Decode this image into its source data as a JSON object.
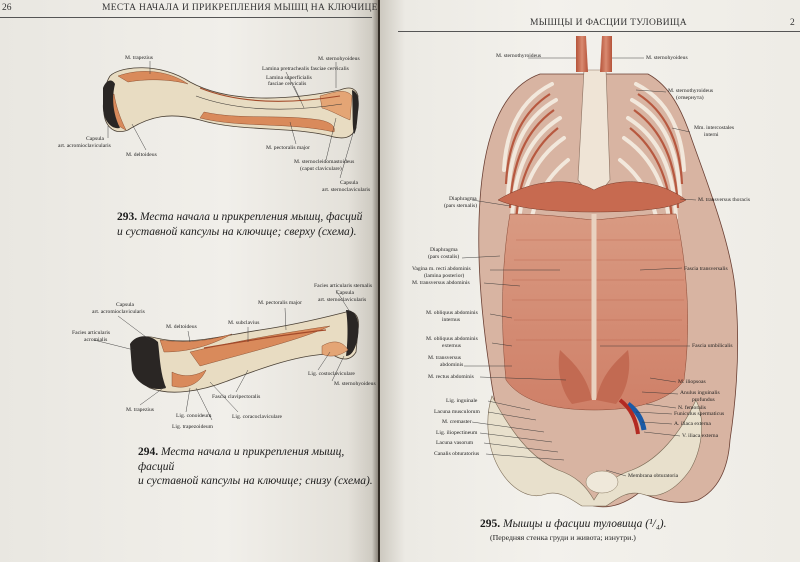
{
  "left_page": {
    "page_number": "26",
    "running_head": "МЕСТА НАЧАЛА И ПРИКРЕПЛЕНИЯ МЫШЦ НА КЛЮЧИЦЕ",
    "fig293": {
      "labels": {
        "trapezius": "M. trapezius",
        "sternohyoideus": "M. sternohyoideus",
        "lamina_pretrachealis": "Lamina pretrachealis fasciae cervicalis",
        "lamina_superficialis_1": "Lamina superficialis",
        "lamina_superficialis_2": "fasciae cervicalis",
        "capsula_1": "Capsula",
        "capsula_2": "art. acromioclavicularis",
        "deltoideus": "M. deltoideus",
        "pectoralis": "M. pectoralis major",
        "scm_1": "M. sternocleidomastoideus",
        "scm_2": "(caput claviculare)",
        "capsula_st_1": "Capsula",
        "capsula_st_2": "art. sternoclavicularis"
      },
      "caption_number": "293.",
      "caption_line1": "Места начала и прикрепления мышц, фасций",
      "caption_line2": "и суставной капсулы на ключице; сверху (схема)."
    },
    "fig294": {
      "labels": {
        "facies_articularis_st_1": "Facies articularis sternalis",
        "facies_articularis_st_2": "Capsula",
        "facies_articularis_st_3": "art. sternoclavicularis",
        "capsula_1": "Capsula",
        "capsula_2": "art. acromioclavicularis",
        "facies_acrom_1": "Facies articularis",
        "facies_acrom_2": "acromialis",
        "deltoideus": "M. deltoideus",
        "subclavius": "M. subclavius",
        "pectoralis": "M. pectoralis major",
        "fascia_clavipectoralis": "Fascia clavipectoralis",
        "lig_costoclaviculare": "Lig. costoclaviculare",
        "scm": "M. sternohyoideus",
        "trapezius": "M. trapezius",
        "lig_conoideum": "Lig. conoideum",
        "lig_trapezoideum": "Lig. trapezoideum",
        "lig_coracoclaviculare": "Lig. coracoclaviculare"
      },
      "caption_number": "294.",
      "caption_line1": "Места начала и прикрепления мышц, фасций",
      "caption_line2": "и суставной капсулы на ключице; снизу (схема)."
    }
  },
  "right_page": {
    "page_number": "2",
    "running_head": "МЫШЦЫ И ФАСЦИИ ТУЛОВИЩА",
    "fig295": {
      "labels_left": {
        "sternothyroideus": "M. sternothyroideus",
        "diaphragma_st_1": "Diaphragma",
        "diaphragma_st_2": "(pars sternalis)",
        "diaphragma_co_1": "Diaphragma",
        "diaphragma_co_2": "(pars costalis)",
        "vagina_1": "Vagina m. recti abdominis",
        "vagina_2": "(lamina posterior)",
        "transversus_abd": "M. transversus abdominis",
        "obl_int_1": "M. obliquus abdominis",
        "obl_int_2": "internus",
        "obl_ext_1": "M. obliquus abdominis",
        "obl_ext_2": "externus",
        "transversus2_1": "M. transversus",
        "transversus2_2": "abdominis",
        "rectus": "M. rectus abdominis",
        "lig_inguinale": "Lig. inguinale",
        "lacuna_musc": "Lacuna musculorum",
        "cremaster": "M. cremaster",
        "lig_iliopect": "Lig. iliopectineum",
        "lacuna_vas": "Lacuna vasorum",
        "canalis": "Canalis obturatorius"
      },
      "labels_right": {
        "sternohyoideus": "M. sternohyoideus",
        "sternothyr_rev_1": "M. sternothyroideus",
        "sternothyr_rev_2": "(отвернута)",
        "intercostales_1": "Mm. intercostales",
        "intercostales_2": "interni",
        "transversus_thor": "M. transversus thoracis",
        "fascia_transv": "Fascia transversalis",
        "fascia_umb": "Fascia umbilicalis",
        "iliopsoas": "M. iliopsoas",
        "anulus_1": "Anulus inguinalis",
        "anulus_2": "profundus",
        "femoralis": "N. femoralis",
        "funiculus": "Funiculus spermaticus",
        "a_iliaca": "A. iliaca externa",
        "v_iliaca": "V. iliaca externa",
        "membrana": "Membrana obturatoria"
      },
      "caption_number": "295.",
      "caption_text": "Мышцы и фасции туловища (¹/₄).",
      "caption_sub": "(Передняя стенка груди и живота; изнутри.)"
    }
  }
}
